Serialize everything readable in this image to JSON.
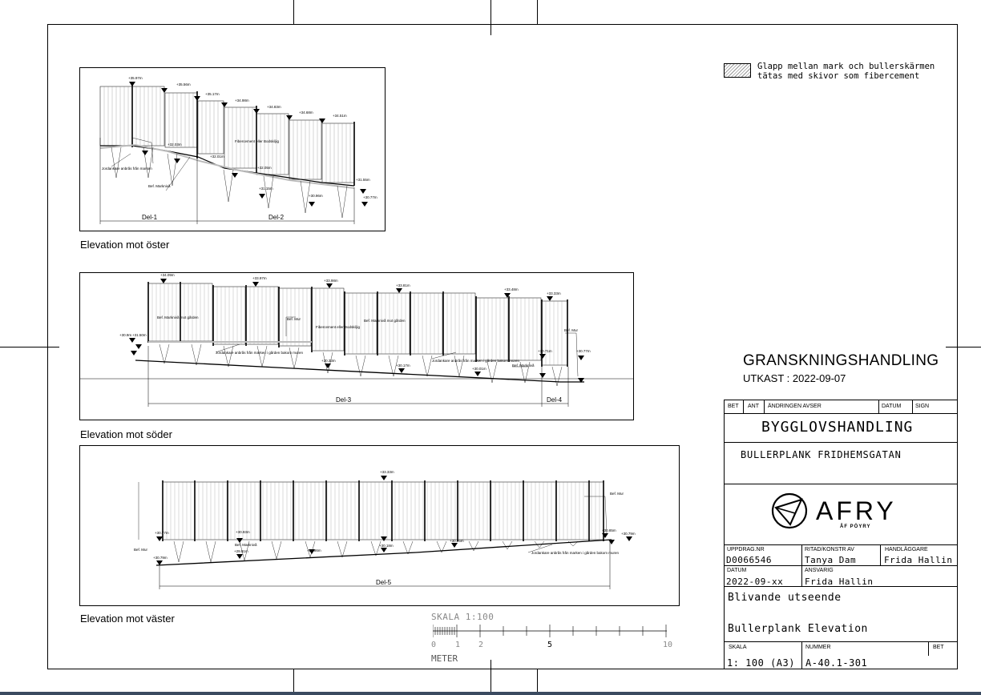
{
  "legend": {
    "line1": "Glapp mellan mark och bullerskärmen",
    "line2": "tätas med skivor som fibercement"
  },
  "elevations": {
    "east": {
      "title": "Elevation mot öster",
      "parts": [
        "Del-1",
        "Del-2"
      ],
      "labels": {
        "jord": "Jordankare anbrås från marken",
        "bef": "Bef. Marknivå",
        "fiber": "Fibercement eller Bodskiljig"
      },
      "top_levels": [
        "+35.97m",
        "+35.56m",
        "+35.17m",
        "+34.98m",
        "+34.83m",
        "+34.68m",
        "+34.51m"
      ],
      "ground_levels": [
        "+32.03m",
        "+32.01m",
        "+32.05m",
        "+31.15m",
        "+30.96m",
        "+30.77m",
        "+31.55m"
      ]
    },
    "south": {
      "title": "Elevation mot söder",
      "parts": [
        "Del-3",
        "Del-4"
      ],
      "labels": {
        "bef1": "Bef. Marknivå mot gården",
        "bef2": "Bef. Marknivå mot gården",
        "mur": "Bef. Mur",
        "fiber": "Fibercement eller Bodskiljig",
        "jord1": "Jordankare anbrås från marken i gården bakom muren",
        "jord2": "Jordankare anbrås från marken i gården bakom muren",
        "bef3": "Bef. Marknivå",
        "mur2": "Bef. Mur"
      },
      "top_levels": [
        "+34.09m",
        "+33.97m",
        "+33.98m",
        "+33.81m",
        "+33.48m",
        "+33.33m"
      ],
      "ground_levels": [
        "+30.9m",
        "+31.50m",
        "+30.33m",
        "+30.17m",
        "+30.01m",
        "+30.71m",
        "+30.77m"
      ]
    },
    "west": {
      "title": "Elevation mot väster",
      "parts": [
        "Del-5"
      ],
      "labels": {
        "mur": "Bef. Mur",
        "bef": "Bef. Marknivå",
        "jord": "Jordankare anbrås från marken i gården bakom muren",
        "mur2": "Bef. Mur"
      },
      "top_levels": [
        "+33.33m"
      ],
      "ground_levels": [
        "+30.77m",
        "+30.79m",
        "+30.93m",
        "+29.81m",
        "+29.86m",
        "+30.18m",
        "+30.26m",
        "+30.85m",
        "+30.79m"
      ]
    }
  },
  "scale_bar": {
    "label": "SKALA 1:100",
    "ticks": [
      "0",
      "1",
      "2",
      "5",
      "10"
    ],
    "unit": "METER"
  },
  "status": {
    "heading": "GRANSKNINGSHANDLING",
    "draft": "UTKAST : 2022-09-07"
  },
  "title_block": {
    "rev_headers": {
      "bet": "BET",
      "ant": "ANT",
      "change": "ÄNDRINGEN AVSER",
      "date": "DATUM",
      "sign": "SIGN"
    },
    "permit": "BYGGLOVSHANDLING",
    "project": "BULLERPLANK FRIDHEMSGATAN",
    "company": "AFRY",
    "company_sub": "ÅF PÖYRY",
    "assignment_label": "UPPDRAG.NR",
    "assignment": "D0066546",
    "drawn_label": "RITAD/KONSTR AV",
    "drawn": "Tanya Dam",
    "handler_label": "HANDLÄGGARE",
    "handler": "Frida Hallin",
    "date_label": "DATUM",
    "date": "2022-09-xx",
    "responsible_label": "ANSVARIG",
    "responsible": "Frida Hallin",
    "desc1": "Blivande utseende",
    "desc2": "Bullerplank Elevation",
    "scale_label": "SKALA",
    "scale": "1: 100 (A3)",
    "number_label": "NUMMER",
    "number": "A-40.1-301",
    "bet_label": "BET"
  }
}
